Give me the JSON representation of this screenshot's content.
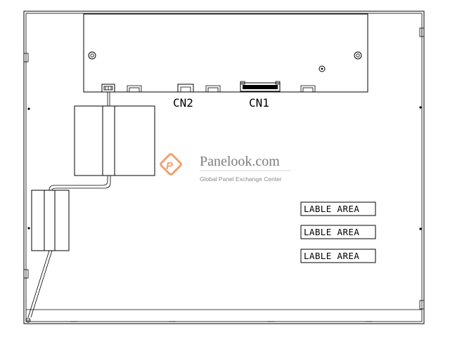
{
  "connectors": {
    "cn2_label": "CN2",
    "cn1_label": "CN1"
  },
  "label_areas": [
    "LABLE AREA",
    "LABLE AREA",
    "LABLE AREA"
  ],
  "watermark": {
    "name": "Panelook.com",
    "tagline": "Global Panel Exchange Center",
    "logo_color": "#f0a070"
  },
  "colors": {
    "line": "#000000",
    "background": "#ffffff"
  }
}
